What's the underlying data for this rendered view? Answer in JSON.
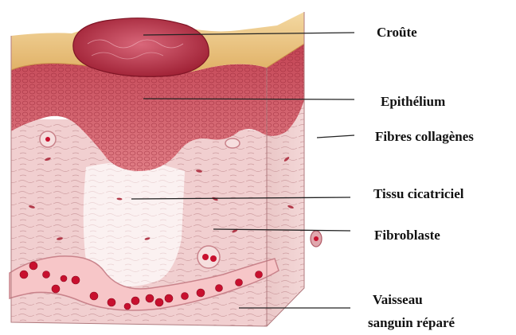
{
  "diagram": {
    "labels": {
      "croute": "Croûte",
      "epithelium": "Epithélium",
      "fibres": "Fibres collagènes",
      "tissu": "Tissu cicatriciel",
      "fibroblaste": "Fibroblaste",
      "vaisseau_1": "Vaisseau",
      "vaisseau_2": "sanguin réparé"
    },
    "colors": {
      "crust": "#b5283f",
      "epithelium": "#d9626c",
      "dermis": "#f1cfd0",
      "scar_tissue": "#fbf1f1",
      "blood_cell": "#c8102e",
      "surface": "#e9c27c"
    }
  }
}
